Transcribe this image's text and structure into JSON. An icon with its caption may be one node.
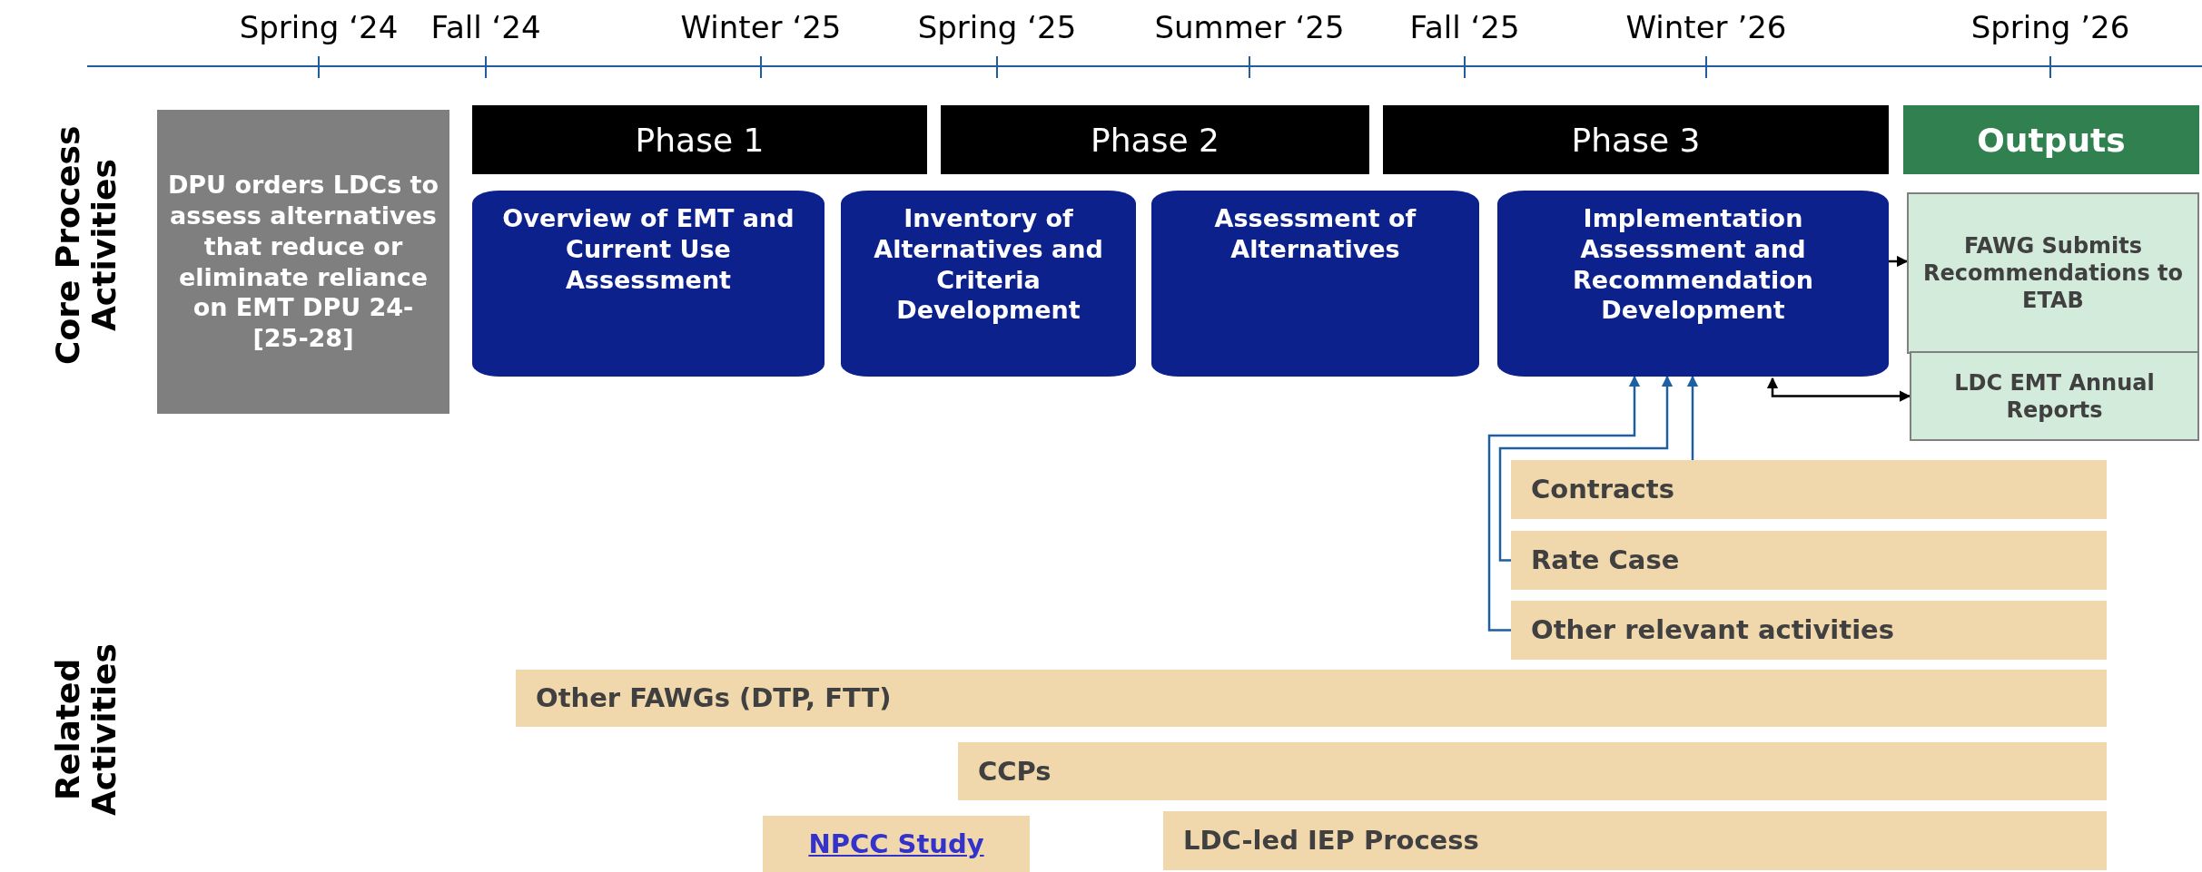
{
  "diagram": {
    "nodes": [
      {
        "text": [
          "DPU orders LDCs to assess alternatives that reduce or eliminate reliance on EMT DPU 24-[25-28]"
        ]
      },
      {
        "text": [
          "Phase 1"
        ]
      },
      {
        "text": [
          "Phase 2"
        ]
      },
      {
        "text": [
          "Phase 3"
        ]
      },
      {
        "text": [
          "Outputs"
        ]
      },
      {
        "text": [
          "Overview of EMT and Current Use Assessment"
        ]
      },
      {
        "text": [
          "Inventory of Alternatives and Criteria Development"
        ]
      },
      {
        "text": [
          "Assessment of Alternatives"
        ]
      },
      {
        "text": [
          "Implementation Assessment and Recommendation Development"
        ]
      },
      {
        "text": [
          "FAWG Submits Recommendations to ETAB"
        ]
      },
      {
        "text": [
          "LDC EMT Annual Reports"
        ]
      },
      {
        "text": [
          "Contracts"
        ]
      },
      {
        "text": [
          "Rate Case"
        ]
      },
      {
        "text": [
          "Other relevant activities"
        ]
      },
      {
        "text": [
          "Other FAWGs (DTP, FTT)"
        ]
      },
      {
        "text": [
          "CCPs"
        ]
      },
      {
        "text": [
          "NPCC Study"
        ]
      },
      {
        "text": [
          "LDC-led IEP Process"
        ]
      }
    ],
    "edges": [
      {
        "from": 11,
        "to": 8,
        "arrow": "to"
      },
      {
        "from": 12,
        "to": 8,
        "arrow": "to"
      },
      {
        "from": 13,
        "to": 8,
        "arrow": "to"
      },
      {
        "from": 8,
        "to": 9,
        "arrow": "to",
        "color": "#000000"
      },
      {
        "from": 8,
        "to": 10,
        "arrow": "both",
        "color": "#000000"
      }
    ],
    "labels": [
      "Spring ‘24",
      "Fall ‘24",
      "Winter ‘25",
      "Spring ‘25",
      "Summer ‘25",
      "Fall ‘25",
      "Winter ’26",
      "Spring ’26",
      "Core Process Activities",
      "Related Activities"
    ]
  }
}
